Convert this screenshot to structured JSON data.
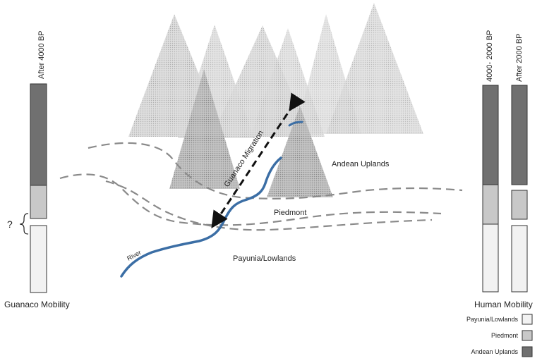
{
  "left_column": {
    "top_label": "After 4000 BP",
    "caption": "Guanaco Mobility",
    "question_mark": "?"
  },
  "right_columns": {
    "col1_label": "4000- 2000 BP",
    "col2_label": "After 2000 BP",
    "caption": "Human Mobility"
  },
  "zones": {
    "uplands": "Andean Uplands",
    "piedmont": "Piedmont",
    "lowlands": "Payunia/Lowlands"
  },
  "features": {
    "river": "River",
    "migration": "Guanaco Migration"
  },
  "legend": {
    "items": [
      {
        "label": "Payunia/Lowlands",
        "color": "#f2f2f2"
      },
      {
        "label": "Piedmont",
        "color": "#c8c8c8"
      },
      {
        "label": "Andean Uplands",
        "color": "#707070"
      }
    ]
  },
  "colors": {
    "uplands": "#707070",
    "piedmont": "#c8c8c8",
    "lowlands": "#f2f2f2",
    "river": "#3b6ea5"
  }
}
